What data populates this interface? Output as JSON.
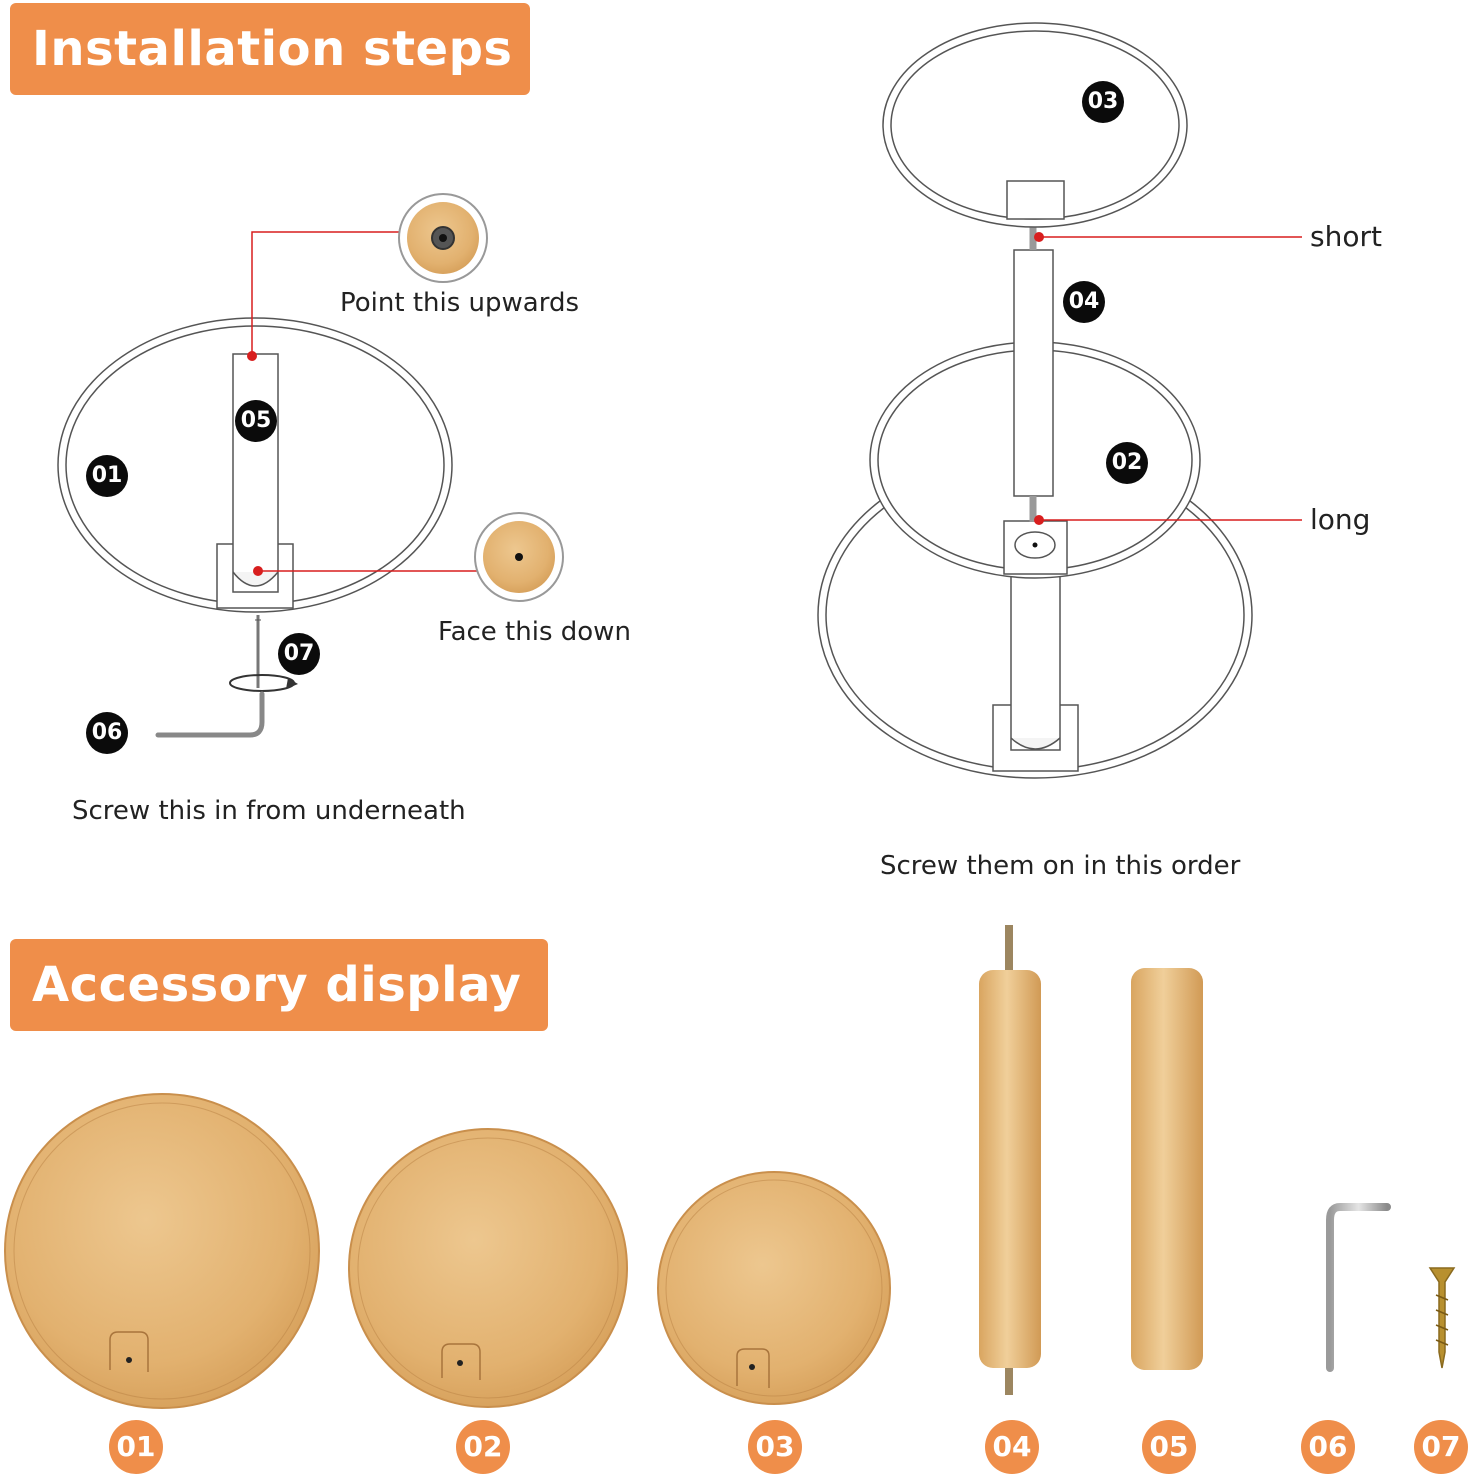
{
  "sections": {
    "installation_title": "Installation steps",
    "accessory_title": "Accessory display"
  },
  "left_diagram": {
    "top_callout": "Point this upwards",
    "bottom_callout": "Face this down",
    "caption": "Screw this in from underneath",
    "badges": {
      "plate": "01",
      "pole": "05",
      "wrench": "06",
      "screw": "07"
    }
  },
  "right_diagram": {
    "short_label": "short",
    "long_label": "long",
    "caption": "Screw them on in this order",
    "badges": {
      "top_plate": "03",
      "pole": "04",
      "middle_plate": "02"
    }
  },
  "accessories": {
    "labels": [
      "01",
      "02",
      "03",
      "04",
      "05",
      "06",
      "07"
    ]
  },
  "colors": {
    "accent": "#ef8e4a",
    "callout_line": "#d81e1e",
    "wood": "#e4b576",
    "badge": "#0b0b0b"
  }
}
